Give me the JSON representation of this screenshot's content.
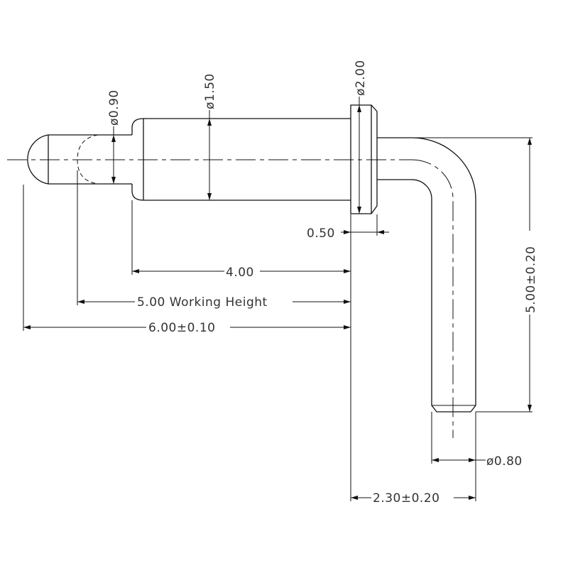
{
  "drawing": {
    "dimensions": {
      "tip_diameter": "ø0.90",
      "barrel_diameter": "ø1.50",
      "flange_diameter": "ø2.00",
      "flange_thickness": "0.50",
      "barrel_length": "4.00",
      "working_height": "5.00 Working Height",
      "total_length": "6.00±0.10",
      "tail_height": "5.00±0.20",
      "tail_diameter": "ø0.80",
      "tail_offset": "2.30±0.20"
    }
  }
}
